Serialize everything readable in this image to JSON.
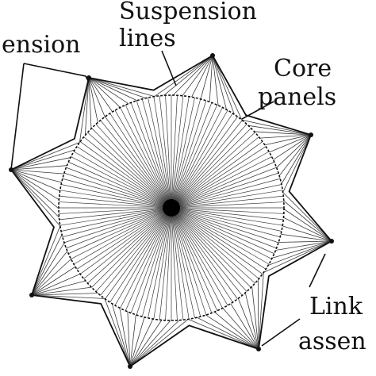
{
  "labels": {
    "tension": "ension",
    "suspension_line1": "Suspension",
    "suspension_line2": "lines",
    "core_line1": "Core",
    "core_line2": "panels",
    "link_line1": "Link",
    "link_line2": "assen"
  },
  "colors": {
    "ink": "#111111",
    "line": "#3a3a3a",
    "background": "#ffffff"
  },
  "parachute": {
    "star_points": 8,
    "radial_line_count": 120,
    "fan_lines_per_tip": 10
  }
}
